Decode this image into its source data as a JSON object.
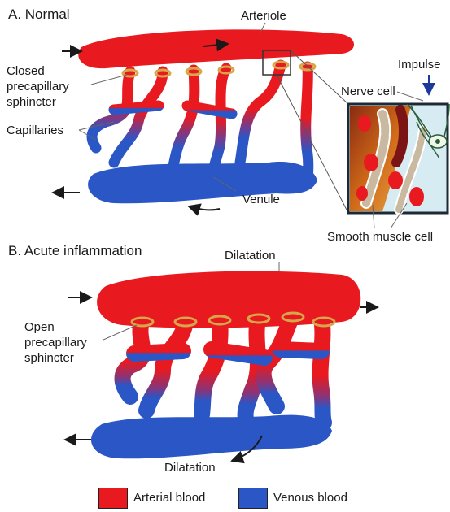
{
  "panel_a": {
    "title": "A. Normal",
    "arteriole": "Arteriole",
    "closed_sphincter": [
      "Closed",
      "precapillary",
      "sphincter"
    ],
    "capillaries": "Capillaries",
    "venule": "Venule",
    "impulse": "Impulse",
    "nerve_cell": "Nerve cell",
    "smooth_muscle_cell": "Smooth muscle cell"
  },
  "panel_b": {
    "title": "B. Acute inflammation",
    "dilatation_top": "Dilatation",
    "open_sphincter": [
      "Open",
      "precapillary",
      "sphincter"
    ],
    "dilatation_bottom": "Dilatation"
  },
  "legend": {
    "arterial": {
      "label": "Arterial blood",
      "color": "#e8191f"
    },
    "venous": {
      "label": "Venous blood",
      "color": "#2a56c6"
    }
  },
  "colors": {
    "arterial": "#e8191f",
    "venous": "#2a56c6",
    "sphincter": "#d8a64a",
    "inset_bg": "#d6ecf2",
    "inset_border": "#1d2a33"
  }
}
